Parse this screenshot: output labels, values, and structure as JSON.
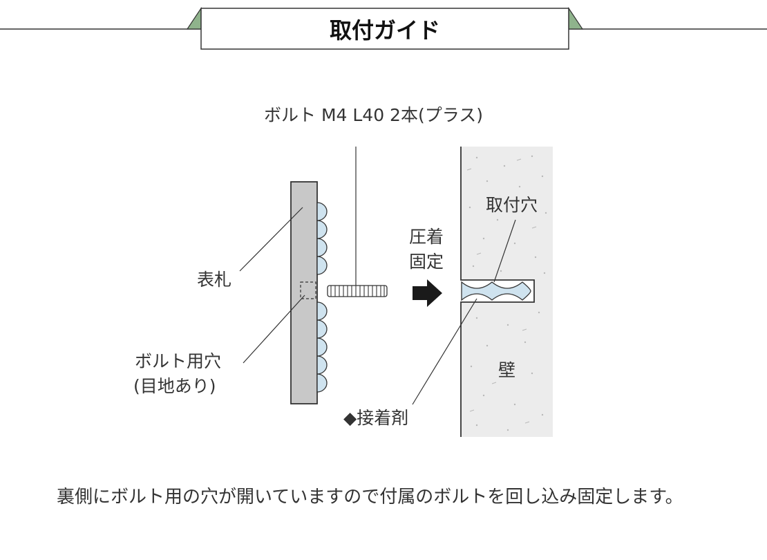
{
  "title": "取付ガイド",
  "bolt_label": "ボルト M4 L40 2本(プラス)",
  "plate_label": "表札",
  "bolt_hole_label_1": "ボルト用穴",
  "bolt_hole_label_2": "(目地あり)",
  "press_label_1": "圧着",
  "press_label_2": "固定",
  "mount_hole_label": "取付穴",
  "wall_label": "壁",
  "adhesive_label": "◆接着剤",
  "caption": "裏側にボルト用の穴が開いていますので付属のボルトを回し込み固定します。",
  "colors": {
    "title_tab_accent": "#8fb38c",
    "plate_fill": "#c8c8c8",
    "wall_fill": "#eeeeee",
    "adhesive_fill": "#cfe3ef",
    "line": "#333333"
  }
}
